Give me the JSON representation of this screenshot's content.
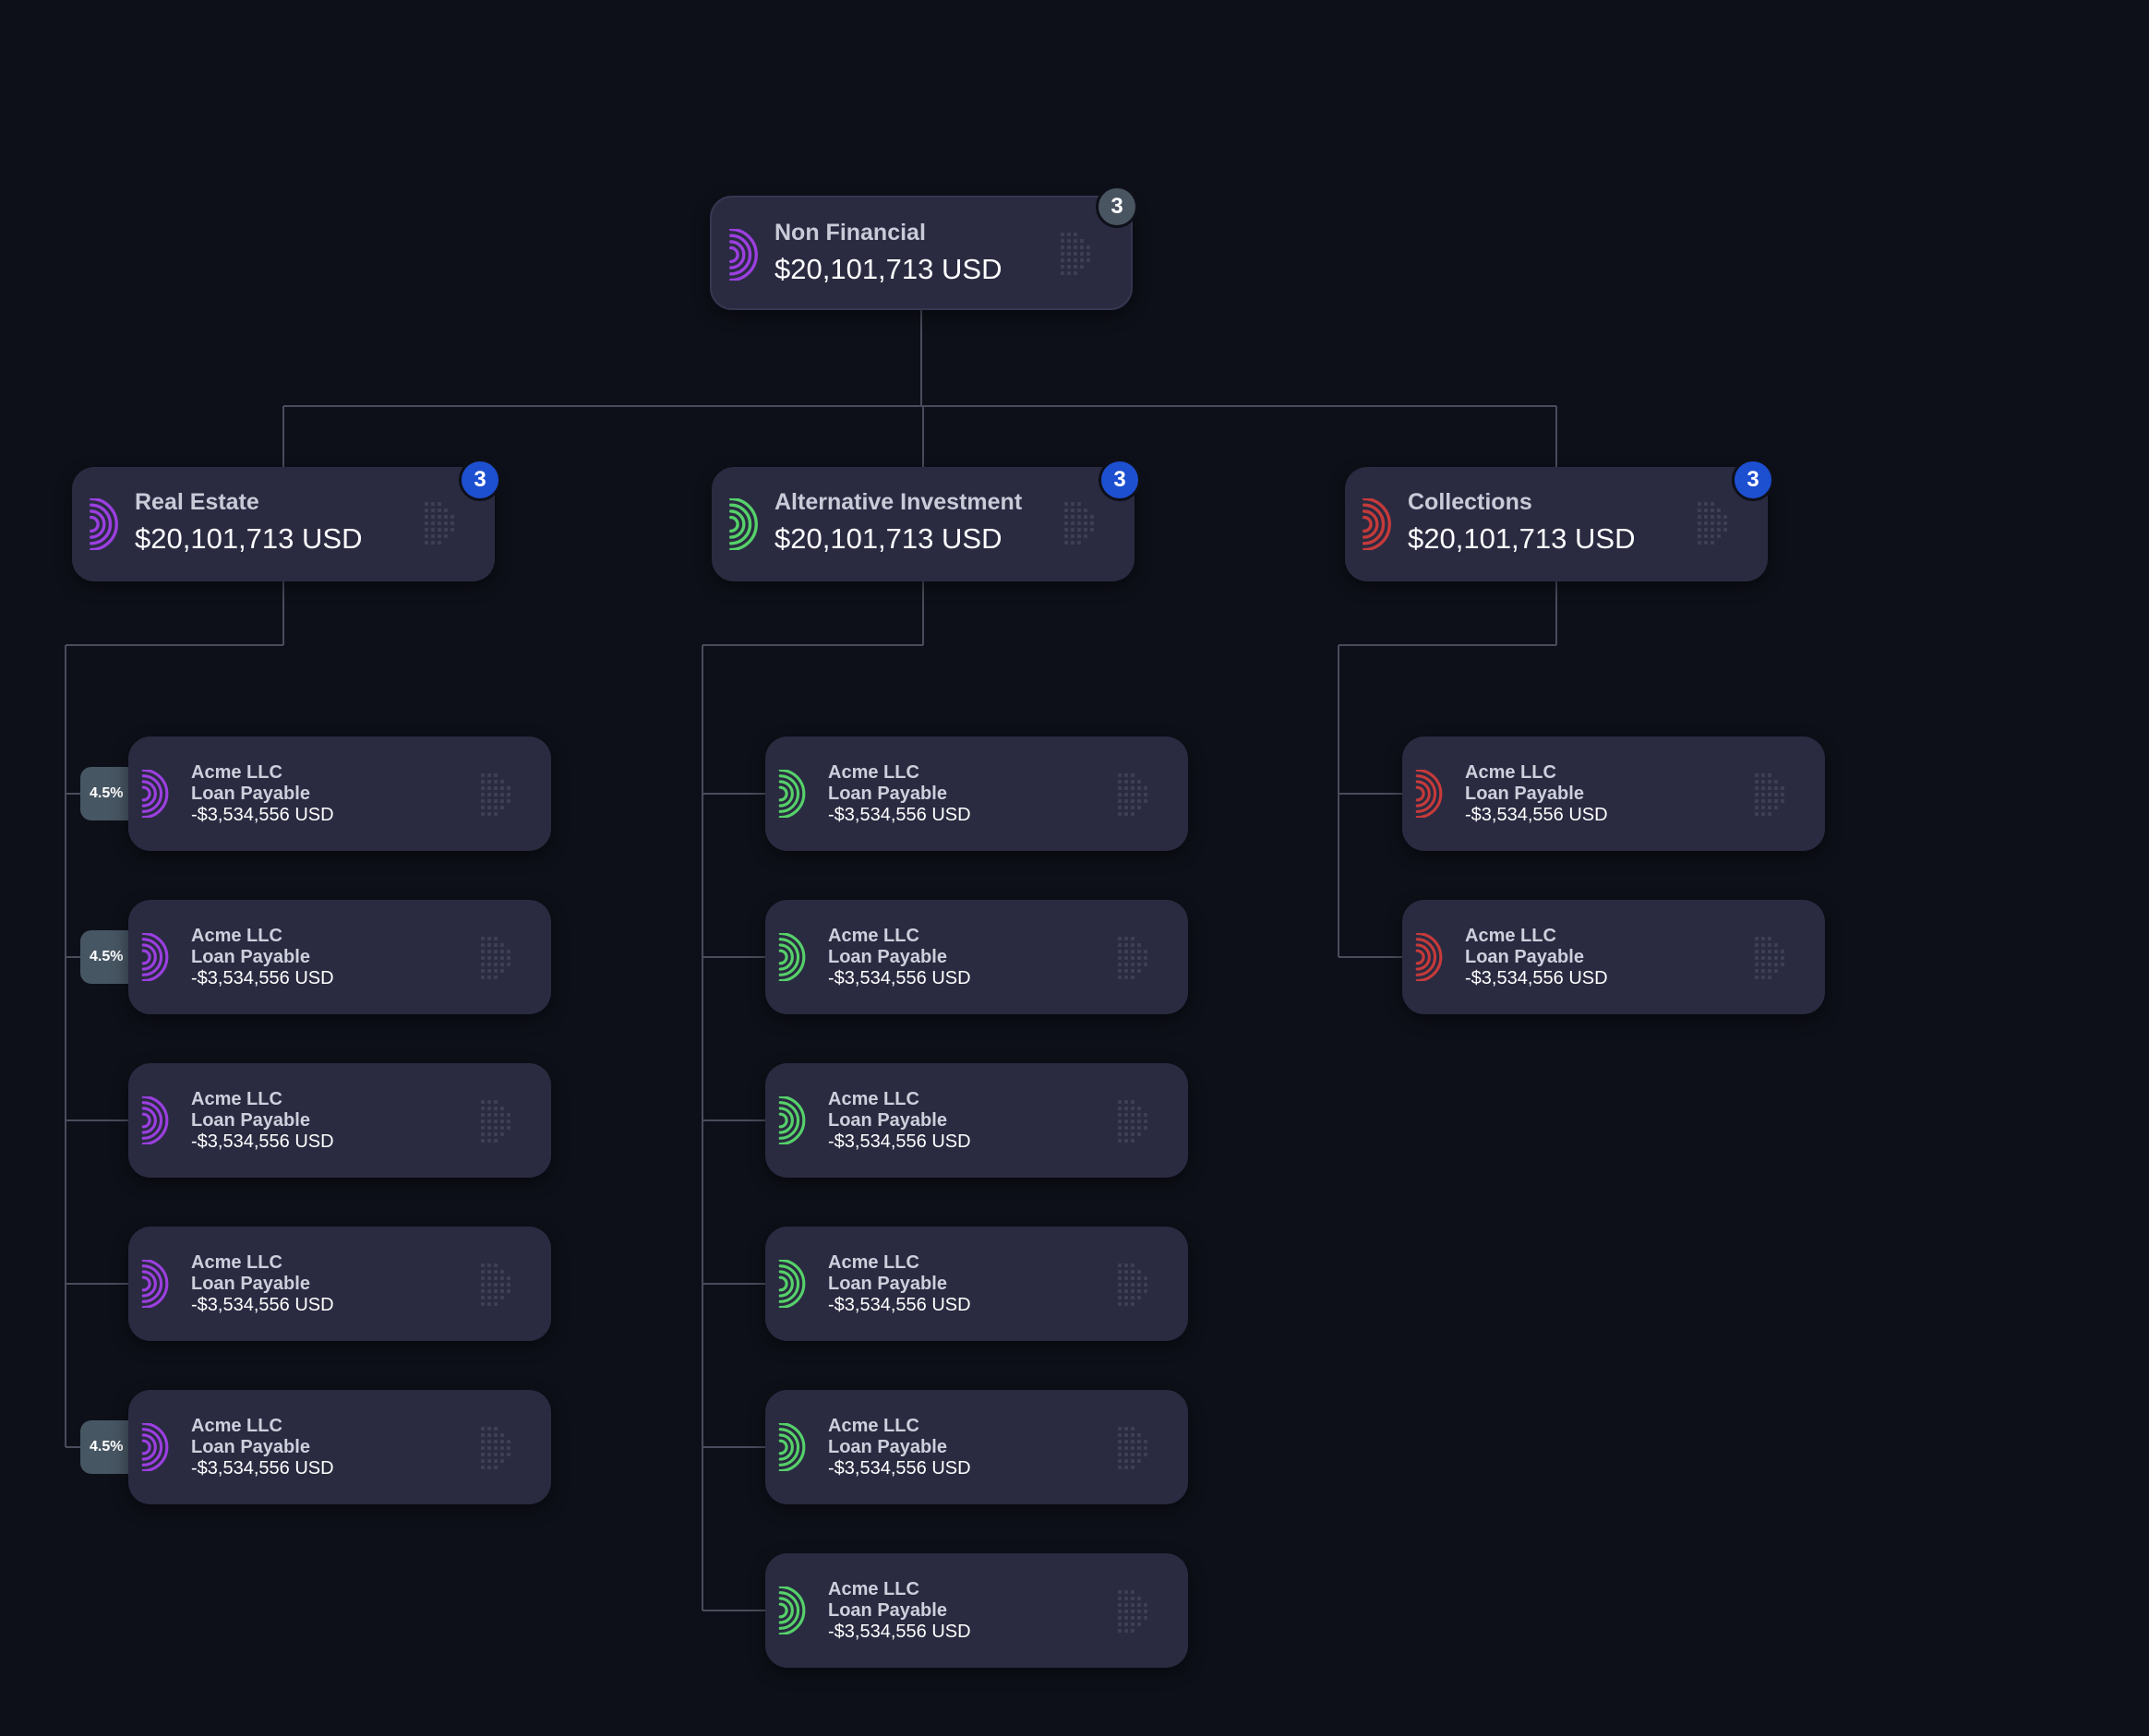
{
  "colors": {
    "background": "#0e1019",
    "card": "#2a2b41",
    "connector": "#4a4c5c",
    "purple": "#9b3fe0",
    "green": "#56d16a",
    "red": "#c63a3a",
    "badge_blue": "#1d4fd1",
    "badge_grey": "#4a5562"
  },
  "root": {
    "label": "Non Financial",
    "amount": "$20,101,713 USD",
    "count": "3",
    "icon": "signal-arcs-icon",
    "color": "purple"
  },
  "categories": [
    {
      "label": "Real Estate",
      "amount": "$20,101,713 USD",
      "count": "3",
      "color": "purple",
      "leaves": [
        {
          "name": "Acme LLC",
          "type": "Loan Payable",
          "amount": "-$3,534,556 USD",
          "pct": "4.5%"
        },
        {
          "name": "Acme LLC",
          "type": "Loan Payable",
          "amount": "-$3,534,556 USD",
          "pct": "4.5%"
        },
        {
          "name": "Acme LLC",
          "type": "Loan Payable",
          "amount": "-$3,534,556 USD",
          "pct": ""
        },
        {
          "name": "Acme LLC",
          "type": "Loan Payable",
          "amount": "-$3,534,556 USD",
          "pct": ""
        },
        {
          "name": "Acme LLC",
          "type": "Loan Payable",
          "amount": "-$3,534,556 USD",
          "pct": "4.5%"
        }
      ]
    },
    {
      "label": "Alternative Investment",
      "amount": "$20,101,713 USD",
      "count": "3",
      "color": "green",
      "leaves": [
        {
          "name": "Acme LLC",
          "type": "Loan Payable",
          "amount": "-$3,534,556 USD",
          "pct": ""
        },
        {
          "name": "Acme LLC",
          "type": "Loan Payable",
          "amount": "-$3,534,556 USD",
          "pct": ""
        },
        {
          "name": "Acme LLC",
          "type": "Loan Payable",
          "amount": "-$3,534,556 USD",
          "pct": ""
        },
        {
          "name": "Acme LLC",
          "type": "Loan Payable",
          "amount": "-$3,534,556 USD",
          "pct": ""
        },
        {
          "name": "Acme LLC",
          "type": "Loan Payable",
          "amount": "-$3,534,556 USD",
          "pct": ""
        },
        {
          "name": "Acme LLC",
          "type": "Loan Payable",
          "amount": "-$3,534,556 USD",
          "pct": ""
        }
      ]
    },
    {
      "label": "Collections",
      "amount": "$20,101,713 USD",
      "count": "3",
      "color": "red",
      "leaves": [
        {
          "name": "Acme LLC",
          "type": "Loan Payable",
          "amount": "-$3,534,556 USD",
          "pct": ""
        },
        {
          "name": "Acme LLC",
          "type": "Loan Payable",
          "amount": "-$3,534,556 USD",
          "pct": ""
        }
      ]
    }
  ]
}
